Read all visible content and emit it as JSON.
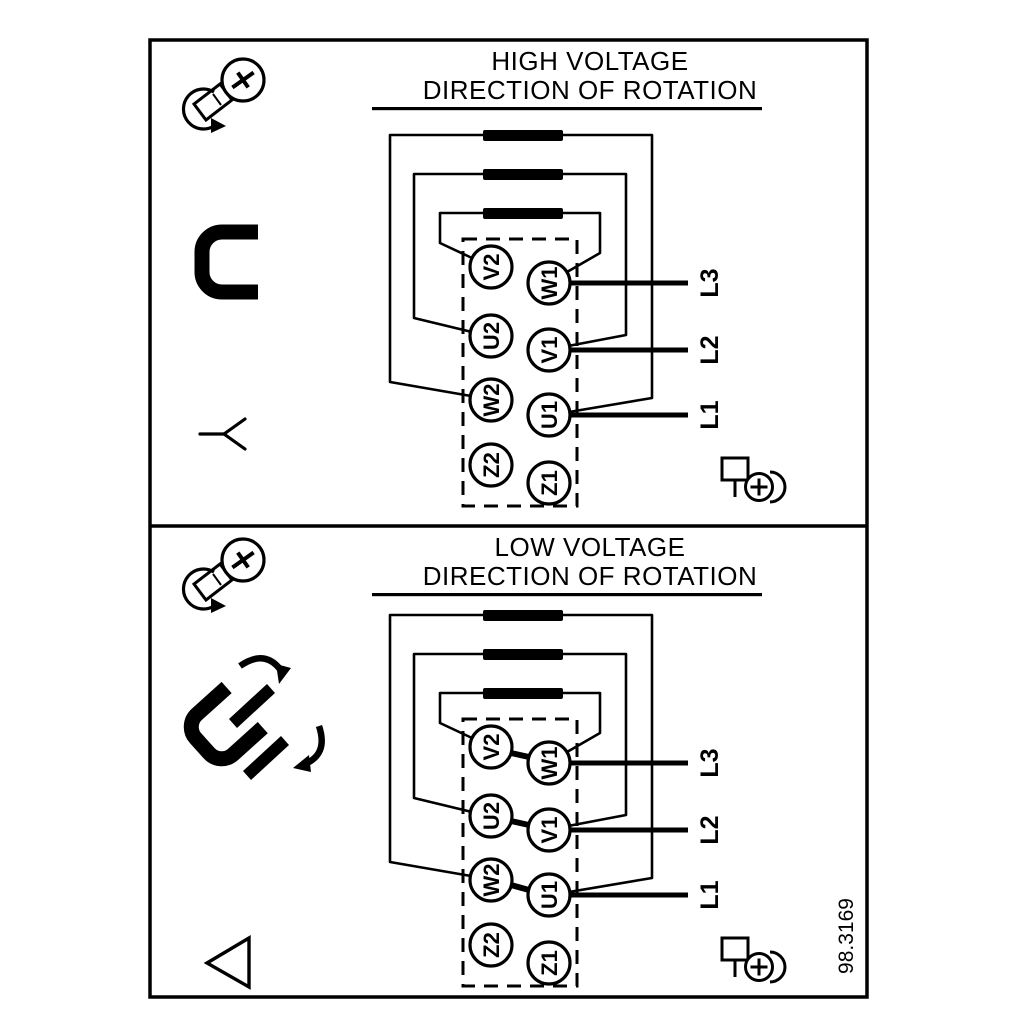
{
  "colors": {
    "ink": "#000000",
    "background": "#ffffff"
  },
  "panels": {
    "high": {
      "title_line1": "HIGH VOLTAGE",
      "title_line2": "DIRECTION OF ROTATION",
      "connection_symbol": "star"
    },
    "low": {
      "title_line1": "LOW VOLTAGE",
      "title_line2": "DIRECTION OF ROTATION",
      "connection_symbol": "delta"
    }
  },
  "terminal_block": {
    "left_column": [
      "V2",
      "U2",
      "W2",
      "Z2"
    ],
    "right_column": [
      "W1",
      "V1",
      "U1",
      "Z1"
    ]
  },
  "supply_lines": [
    "L3",
    "L2",
    "L1"
  ],
  "icons": {
    "top_left": "screw-rotation-icon",
    "bottom_right": "terminal-screw-icon",
    "high_left": [
      "bridge-link-icon",
      "star-symbol-icon"
    ],
    "low_left": [
      "bridge-links-delta-icon",
      "delta-symbol-icon"
    ]
  },
  "figure_number": "98.3169"
}
